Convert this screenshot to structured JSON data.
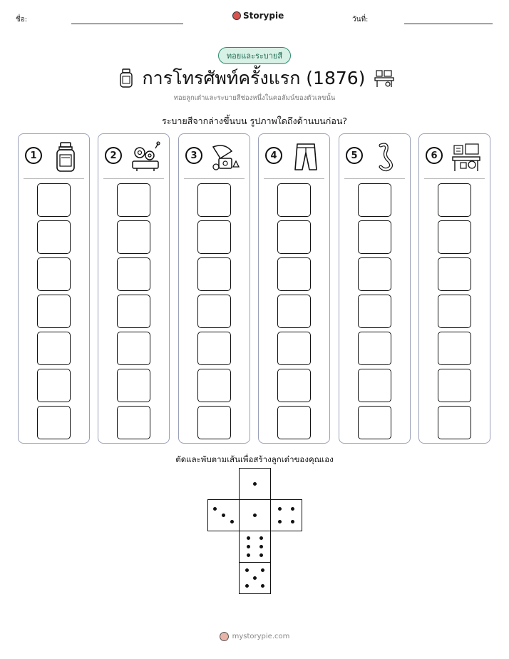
{
  "header": {
    "name_label": "ชื่อ:",
    "date_label": "วันที่:",
    "brand": "Storypie"
  },
  "badge": "ทอยและระบายสี",
  "title": "การโทรศัพท์ครั้งแรก (1876)",
  "subtitle": "ทอยลูกเต๋าและระบายสีช่องหนึ่งในคอลัมน์ของตัวเลขนั้น",
  "question": "ระบายสีจากล่างขึ้นบน รูปภาพใดถึงด้านบนก่อน?",
  "columns": [
    {
      "number": "1",
      "icon": "glass-jar-icon",
      "boxes": 7
    },
    {
      "number": "2",
      "icon": "gears-machine-icon",
      "boxes": 7
    },
    {
      "number": "3",
      "icon": "gramophone-icon",
      "boxes": 7
    },
    {
      "number": "4",
      "icon": "trousers-icon",
      "boxes": 7
    },
    {
      "number": "5",
      "icon": "worm-icon",
      "boxes": 7
    },
    {
      "number": "6",
      "icon": "workshop-desk-icon",
      "boxes": 7
    }
  ],
  "cut_instruction": "ตัดและพับตามเส้นเพื่อสร้างลูกเต๋าของคุณเอง",
  "dice_faces": [
    1,
    3,
    1,
    4,
    6,
    5
  ],
  "footer": "mystorypie.com"
}
